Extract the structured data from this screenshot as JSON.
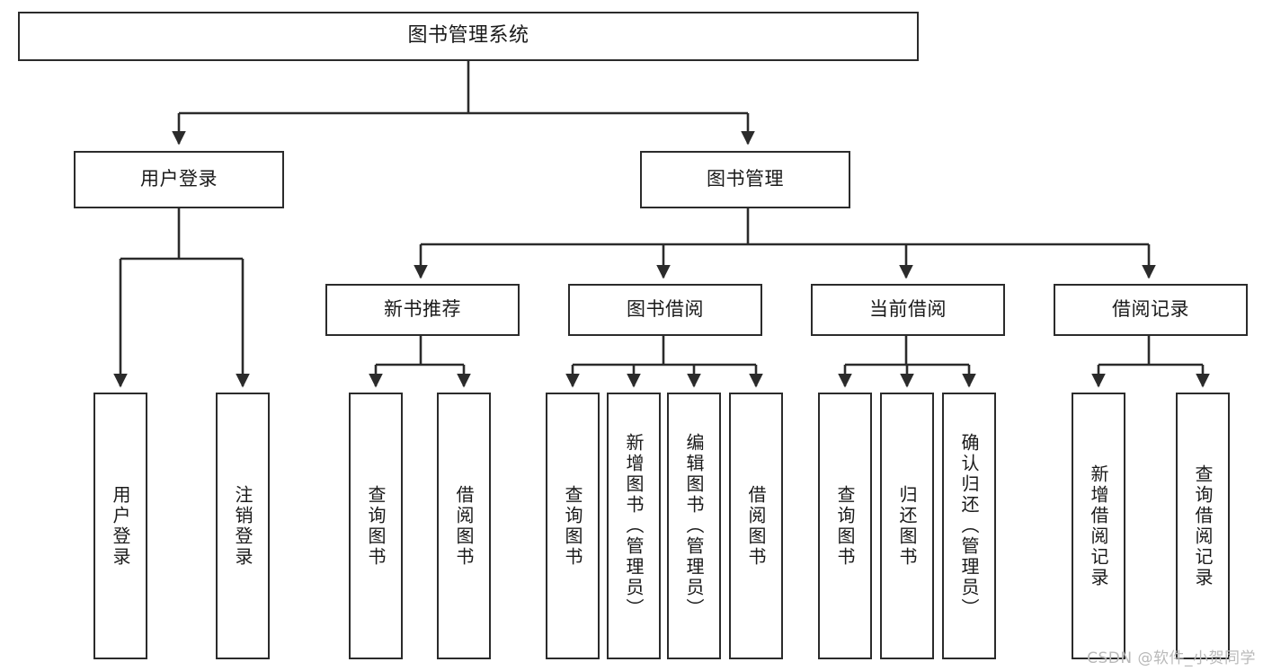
{
  "diagram": {
    "type": "tree-hierarchy",
    "title": "图书管理系统",
    "root": {
      "label": "图书管理系统"
    },
    "level2": [
      {
        "id": "user-login",
        "label": "用户登录"
      },
      {
        "id": "book-management",
        "label": "图书管理"
      }
    ],
    "level3": [
      {
        "id": "new-book-recommend",
        "label": "新书推荐"
      },
      {
        "id": "book-borrow",
        "label": "图书借阅"
      },
      {
        "id": "current-borrow",
        "label": "当前借阅"
      },
      {
        "id": "borrow-record",
        "label": "借阅记录"
      }
    ],
    "leaves": {
      "user_login": [
        {
          "id": "leaf-user-login",
          "label": "用户登录"
        },
        {
          "id": "leaf-logout-login",
          "label": "注销登录"
        }
      ],
      "new_book_recommend": [
        {
          "id": "leaf-query-book-1",
          "label": "查询图书"
        },
        {
          "id": "leaf-borrow-book-1",
          "label": "借阅图书"
        }
      ],
      "book_borrow": [
        {
          "id": "leaf-query-book-2",
          "label": "查询图书"
        },
        {
          "id": "leaf-add-book",
          "label": "新增图书（管理员）"
        },
        {
          "id": "leaf-edit-book",
          "label": "编辑图书（管理员）"
        },
        {
          "id": "leaf-borrow-book-2",
          "label": "借阅图书"
        }
      ],
      "current_borrow": [
        {
          "id": "leaf-query-book-3",
          "label": "查询图书"
        },
        {
          "id": "leaf-return-book",
          "label": "归还图书"
        },
        {
          "id": "leaf-confirm-return",
          "label": "确认归还（管理员）"
        }
      ],
      "borrow_record": [
        {
          "id": "leaf-add-record",
          "label": "新增借阅记录"
        },
        {
          "id": "leaf-query-record",
          "label": "查询借阅记录"
        }
      ]
    },
    "colors": {
      "stroke": "#2b2b2b",
      "fill": "#ffffff",
      "text": "#1a1a1a",
      "watermark": "#b9b9b9"
    }
  },
  "watermark": {
    "text": "CSDN @软件_小贺同学"
  }
}
